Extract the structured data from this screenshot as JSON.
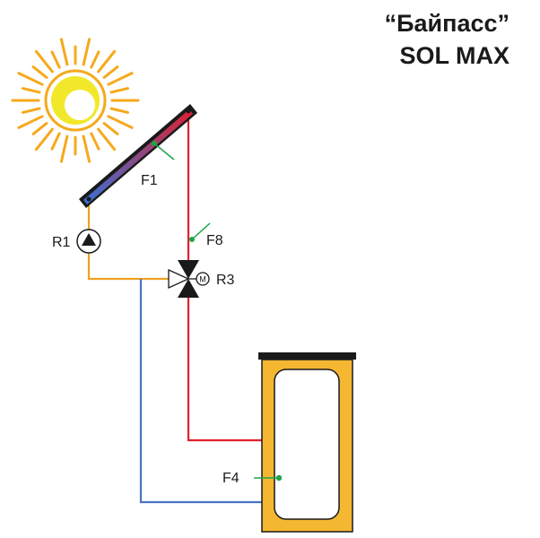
{
  "title": {
    "line1": "“Байпасс”",
    "line2": "SOL MAX"
  },
  "labels": {
    "collector_sensor": "F1",
    "pump": "R1",
    "flow_sensor": "F8",
    "valve": "R3",
    "motor": "M",
    "tank_sensor": "F4"
  },
  "colors": {
    "hot_line": "#e0202a",
    "cold_line": "#4a74c4",
    "bypass_line": "#f0a020",
    "tank_fill": "#f5b731",
    "sun": "#f6a91c",
    "sun_core": "#f2e82a",
    "sensor": "#1ea548"
  }
}
